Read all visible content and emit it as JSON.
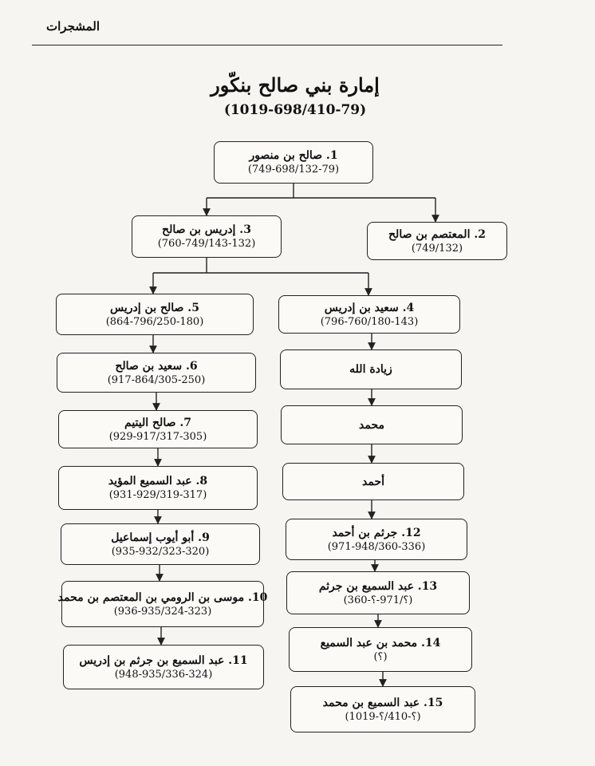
{
  "header": {
    "section_label": "المشجرات"
  },
  "title": "إمارة بني صالح بنكّور",
  "subtitle": "(1019-698/410-79)",
  "nodes": {
    "n1": {
      "name": "1. صالح بن منصور",
      "date": "(749-698/132-79)"
    },
    "n2": {
      "name": "2. المعتصم بن صالح",
      "date": "(749/132)"
    },
    "n3": {
      "name": "3. إدريس بن صالح",
      "date": "(760-749/143-132)"
    },
    "n4": {
      "name": "4. سعيد بن إدريس",
      "date": "(796-760/180-143)"
    },
    "n5": {
      "name": "5. صالح بن إدريس",
      "date": "(864-796/250-180)"
    },
    "n6": {
      "name": "6. سعيد بن صالح",
      "date": "(917-864/305-250)"
    },
    "n7": {
      "name": "7. صالح اليتيم",
      "date": "(929-917/317-305)"
    },
    "n8": {
      "name": "8. عبد السميع المؤيد",
      "date": "(931-929/319-317)"
    },
    "n9": {
      "name": "9. أبو أيوب إسماعيل",
      "date": "(935-932/323-320)"
    },
    "n10": {
      "name": "10. موسى بن الرومي بن المعتصم بن محمد",
      "date": "(936-935/324-323)"
    },
    "n11": {
      "name": "11. عبد السميع بن جرثم بن إدريس",
      "date": "(948-935/336-324)"
    },
    "za": {
      "name": "زيادة الله"
    },
    "mu": {
      "name": "محمد"
    },
    "ah": {
      "name": "أحمد"
    },
    "n12": {
      "name": "12. جرثم بن أحمد",
      "date": "(971-948/360-336)"
    },
    "n13": {
      "name": "13. عبد السميع بن جرثم",
      "date": "(360-؟/971-؟)"
    },
    "n14": {
      "name": "14. محمد بن عبد السميع",
      "date": "(؟)"
    },
    "n15": {
      "name": "15. عبد السميع بن محمد",
      "date": "(؟-410/؟-1019)"
    }
  }
}
